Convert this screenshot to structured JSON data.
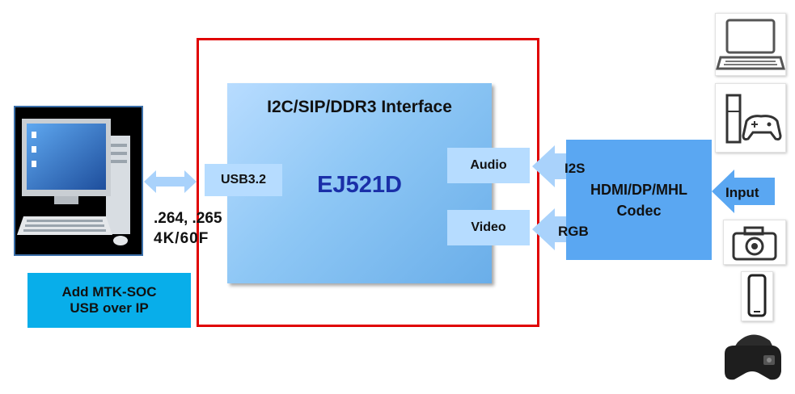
{
  "chip": {
    "title": "I2C/SIP/DDR3 Interface",
    "name": "EJ521D"
  },
  "ports": {
    "usb": "USB3.2",
    "audio": "Audio",
    "video": "Video"
  },
  "signals": {
    "i2s": "I2S",
    "rgb": "RGB",
    "input": "Input"
  },
  "codec": {
    "line1": "HDMI/DP/MHL",
    "line2": "Codec"
  },
  "specs": {
    "line1": ".264, .265",
    "line2": "4K/60F"
  },
  "note": {
    "line1": "Add MTK-SOC",
    "line2": "USB over IP"
  },
  "colors": {
    "frame": "#e00000",
    "chip": "#8ec7f5",
    "codec": "#5aa7f2",
    "arrow": "#a9d2fb",
    "note": "#08aeea",
    "chip_name": "#1a2fa8"
  }
}
